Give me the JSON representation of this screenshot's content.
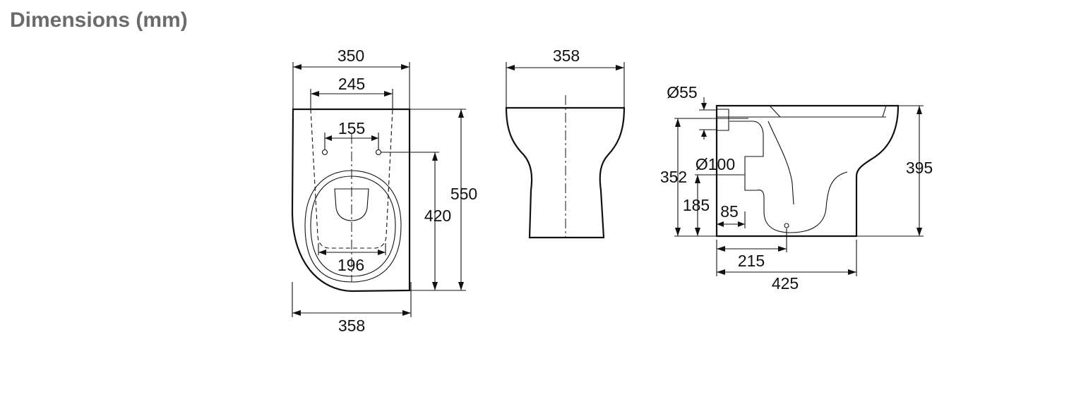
{
  "title": "Dimensions (mm)",
  "top_view": {
    "overall_width": "350",
    "rim_width": "245",
    "fixing_centres": "155",
    "bowl_width": "196",
    "fixing_to_front": "420",
    "overall_depth": "550",
    "base_width": "358"
  },
  "front_view": {
    "overall_width": "358"
  },
  "side_view": {
    "inlet_diameter": "Ø55",
    "outlet_diameter": "Ø100",
    "outlet_height": "352",
    "outlet_centre_height": "185",
    "outlet_projection": "85",
    "overall_height": "395",
    "waste_centre": "215",
    "overall_depth": "425"
  }
}
